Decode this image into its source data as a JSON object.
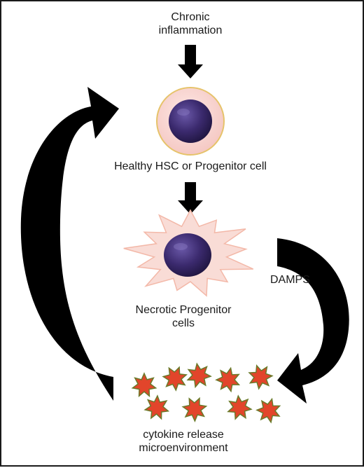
{
  "labels": {
    "trigger_line1": "Chronic",
    "trigger_line2": "inflammation",
    "healthy_cell": "Healthy HSC or Progenitor cell",
    "necrotic_line1": "Necrotic Progenitor",
    "necrotic_line2": "cells",
    "damps": "DAMPS",
    "cytokine_line1": "cytokine release",
    "cytokine_line2": "microenvironment"
  },
  "colors": {
    "arrow": "#000000",
    "nucleus": "#3b2a6e",
    "cytoplasm": "#f8d4d0",
    "cell_border": "#e6c36a",
    "necrotic_fill": "#f9dcd6",
    "necrotic_border": "#f3b8a8",
    "cytokine_fill": "#e2452b",
    "cytokine_border": "#6a7a2a"
  },
  "icons": {
    "healthy_cell": "round-cell-icon",
    "necrotic_cell": "spiky-cell-icon",
    "cytokine": "star-cytokine-icon"
  }
}
